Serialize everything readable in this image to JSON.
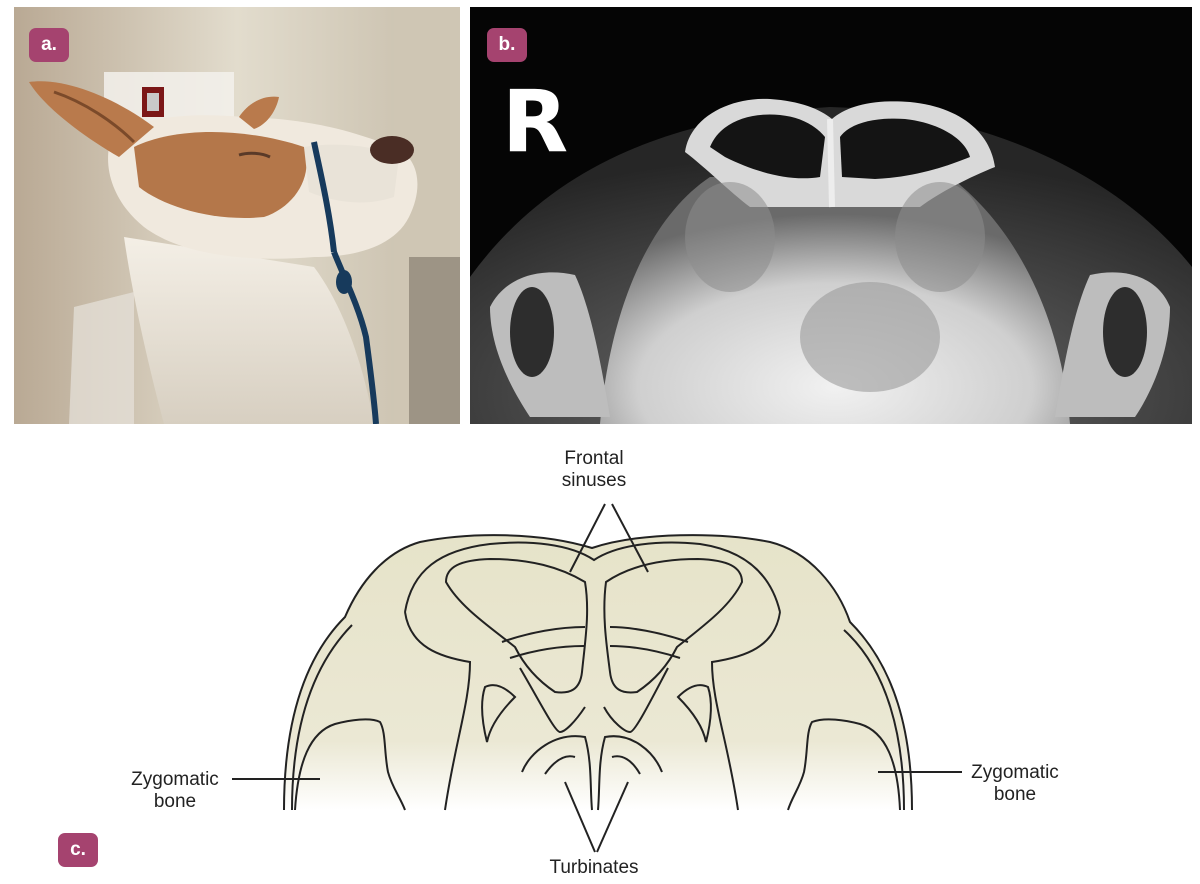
{
  "colors": {
    "badge": "#a5436f",
    "skull_fill": "#e9e6cf",
    "outline": "#222222"
  },
  "panels": {
    "a": {
      "badge": "a."
    },
    "b": {
      "badge": "b.",
      "side_marker": "R"
    },
    "c": {
      "badge": "c.",
      "labels": {
        "frontal_sinuses": "Frontal\nsinuses",
        "zygomatic_left": "Zygomatic\nbone",
        "zygomatic_right": "Zygomatic\nbone",
        "turbinates": "Turbinates"
      }
    }
  },
  "icons": {
    "photo": "dog-photo-icon",
    "radiograph": "skull-radiograph-icon",
    "diagram": "skull-diagram-icon"
  }
}
